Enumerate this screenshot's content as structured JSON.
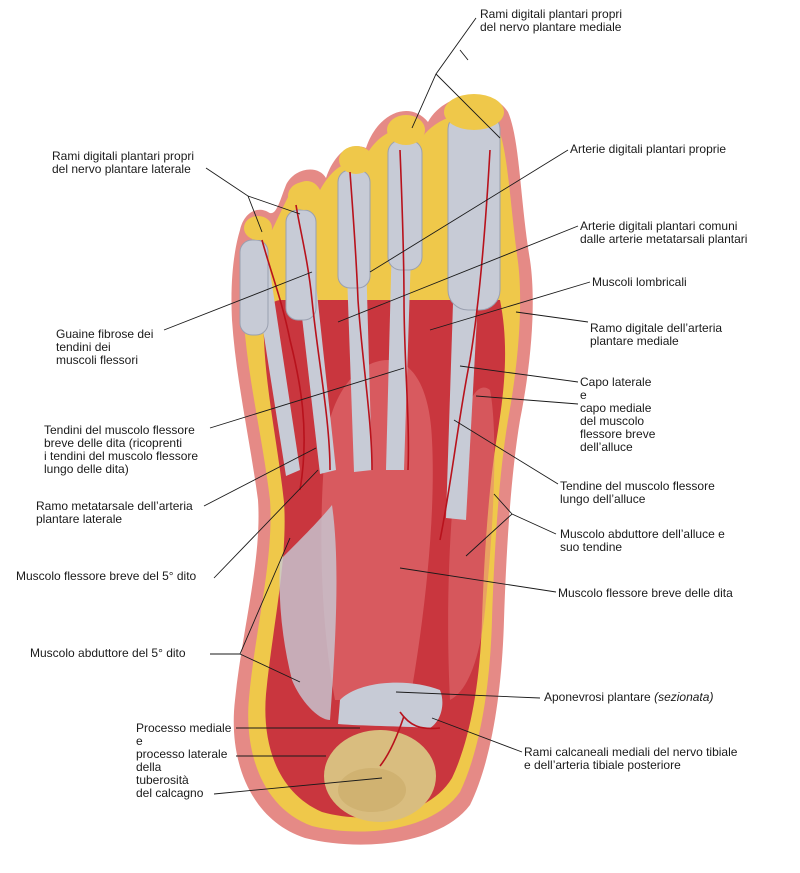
{
  "colors": {
    "skin_edge": "#e58a86",
    "fat": "#efc84a",
    "muscle": "#c9363e",
    "muscle_light": "#e4787a",
    "tendon": "#c7cbd6",
    "tendon_shade": "#9aa0b0",
    "bone": "#d9bd7f",
    "vessel": "#b8121c",
    "leader": "#1a1a1a",
    "background": "#ffffff"
  },
  "labels": {
    "rami_mediale": "Rami digitali plantari propri\ndel nervo plantare mediale",
    "rami_laterale": "Rami digitali plantari propri\ndel nervo plantare laterale",
    "arterie_proprie": "Arterie digitali plantari proprie",
    "arterie_comuni": "Arterie digitali plantari comuni\ndalle arterie metatarsali plantari",
    "lombricali": "Muscoli lombricali",
    "guaine": "Guaine fibrose dei\ntendini dei\nmuscoli flessori",
    "ramo_digitale": "Ramo digitale dell’arteria\nplantare mediale",
    "capo": "Capo laterale\ne\ncapo mediale\ndel muscolo\nflessore breve\ndell’alluce",
    "tendini_flessore": "Tendini del muscolo flessore\nbreve delle dita (ricoprenti\ni tendini del muscolo flessore\nlungo delle dita)",
    "tendine_alluce": "Tendine del muscolo flessore\nlungo dell’alluce",
    "ramo_metatarsale": "Ramo metatarsale dell’arteria\nplantare laterale",
    "abduttore_alluce": "Muscolo abduttore dell’alluce e\nsuo tendine",
    "flessore_5": "Muscolo flessore breve del 5° dito",
    "flessore_dita": "Muscolo flessore breve delle dita",
    "abduttore_5": "Muscolo abduttore del 5° dito",
    "aponevrosi": "Aponevrosi plantare",
    "aponevrosi_note": "(sezionata)",
    "processo": "Processo mediale\ne\nprocesso laterale\ndella\ntuberosità\ndel calcagno",
    "rami_calcaneali": "Rami calcaneali mediali del nervo tibiale\ne dell’arteria tibiale posteriore"
  }
}
